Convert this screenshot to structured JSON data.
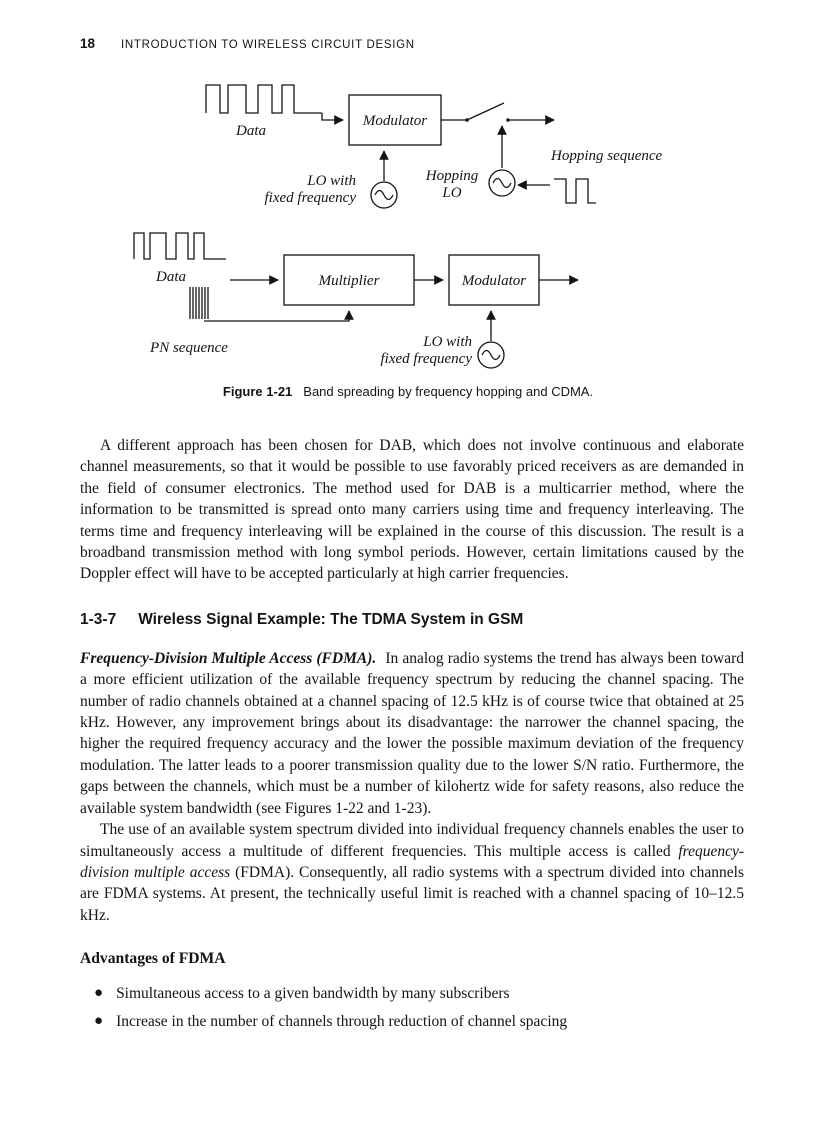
{
  "header": {
    "page_number": "18",
    "running_title": "INTRODUCTION TO WIRELESS CIRCUIT DESIGN"
  },
  "figure": {
    "caption_label": "Figure 1-21",
    "caption_text": "Band spreading by frequency hopping and CDMA.",
    "top": {
      "data_label": "Data",
      "modulator_label": "Modulator",
      "hopping_sequence_label": "Hopping sequence",
      "lo_line1": "LO with",
      "lo_line2": "fixed frequency",
      "hopping_lo_line1": "Hopping",
      "hopping_lo_line2": "LO"
    },
    "bottom": {
      "data_label": "Data",
      "multiplier_label": "Multiplier",
      "modulator_label": "Modulator",
      "pn_sequence_label": "PN sequence",
      "lo_line1": "LO with",
      "lo_line2": "fixed frequency"
    }
  },
  "content": {
    "dab_paragraph": "A different approach has been chosen for DAB, which does not involve continuous and elaborate channel measurements, so that it would be possible to use favorably priced receivers as are demanded in the field of consumer electronics. The method used for DAB is a multicarrier method, where the information to be transmitted is spread onto many carriers using time and frequency interleaving. The terms time and frequency interleaving will be explained in the course of this discussion. The result is a broadband transmission method with long symbol periods. However, certain limitations caused by the Doppler effect will have to be accepted particularly at high carrier frequencies.",
    "section_number": "1-3-7",
    "section_title": "Wireless Signal Example: The TDMA System in GSM",
    "fdma_runin": "Frequency-Division Multiple Access (FDMA).",
    "fdma_p1": "In analog radio systems the trend has always been toward a more efficient utilization of the available frequency spectrum by reducing the channel spacing. The number of radio channels obtained at a channel spacing of 12.5 kHz is of course twice that obtained at 25 kHz. However, any improvement brings about its disadvantage: the narrower the channel spacing, the higher the required frequency accuracy and the lower the possible maximum deviation of the frequency modulation. The latter leads to a poorer transmission quality due to the lower S/N ratio. Furthermore, the gaps between the channels, which must be a number of kilohertz wide for safety reasons, also reduce the available system bandwidth (see Figures 1-22 and 1-23).",
    "fdma_p2_a": "The use of an available system spectrum divided into individual frequency channels enables the user to simultaneously access a multitude of different frequencies. This multiple access is called",
    "fdma_p2_italic": "frequency-division multiple access",
    "fdma_p2_b": "(FDMA). Consequently, all radio systems with a spectrum divided into channels are FDMA systems. At present, the technically useful limit is reached with a channel spacing of 10–12.5 kHz.",
    "advantages_heading": "Advantages of FDMA",
    "advantages": [
      "Simultaneous access to a given bandwidth by many subscribers",
      "Increase in the number of channels through reduction of channel spacing"
    ]
  }
}
